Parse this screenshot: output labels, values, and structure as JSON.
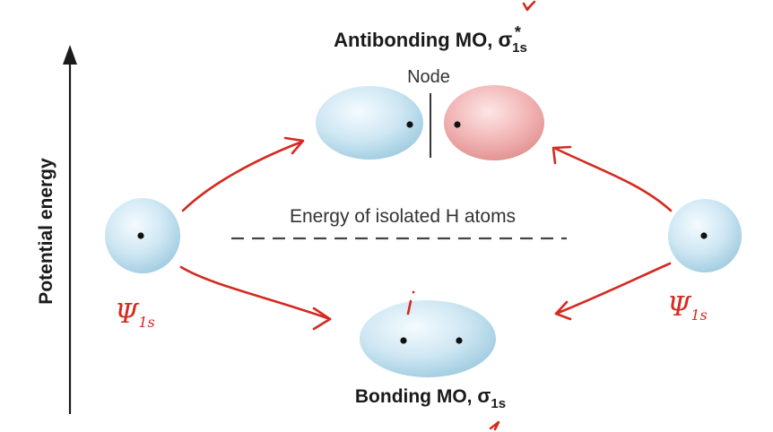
{
  "diagram": {
    "axis_label": "Potential energy",
    "antibonding": {
      "label": "Antibonding MO, ",
      "sym": "σ",
      "sub": "1s",
      "sup": "*"
    },
    "node_label": "Node",
    "isolated_label": "Energy of isolated H atoms",
    "bonding": {
      "label": "Bonding MO, ",
      "sym": "σ",
      "sub": "1s"
    },
    "left_psi": {
      "sym": "Ψ",
      "sub": "1s"
    },
    "right_psi": {
      "sym": "Ψ",
      "sub": "1s"
    },
    "colors": {
      "orbital_blue": "#cfe7f3",
      "orbital_pink": "#f2b6b6",
      "annotation_red": "#d42a20",
      "text": "#1a1a1a"
    }
  }
}
